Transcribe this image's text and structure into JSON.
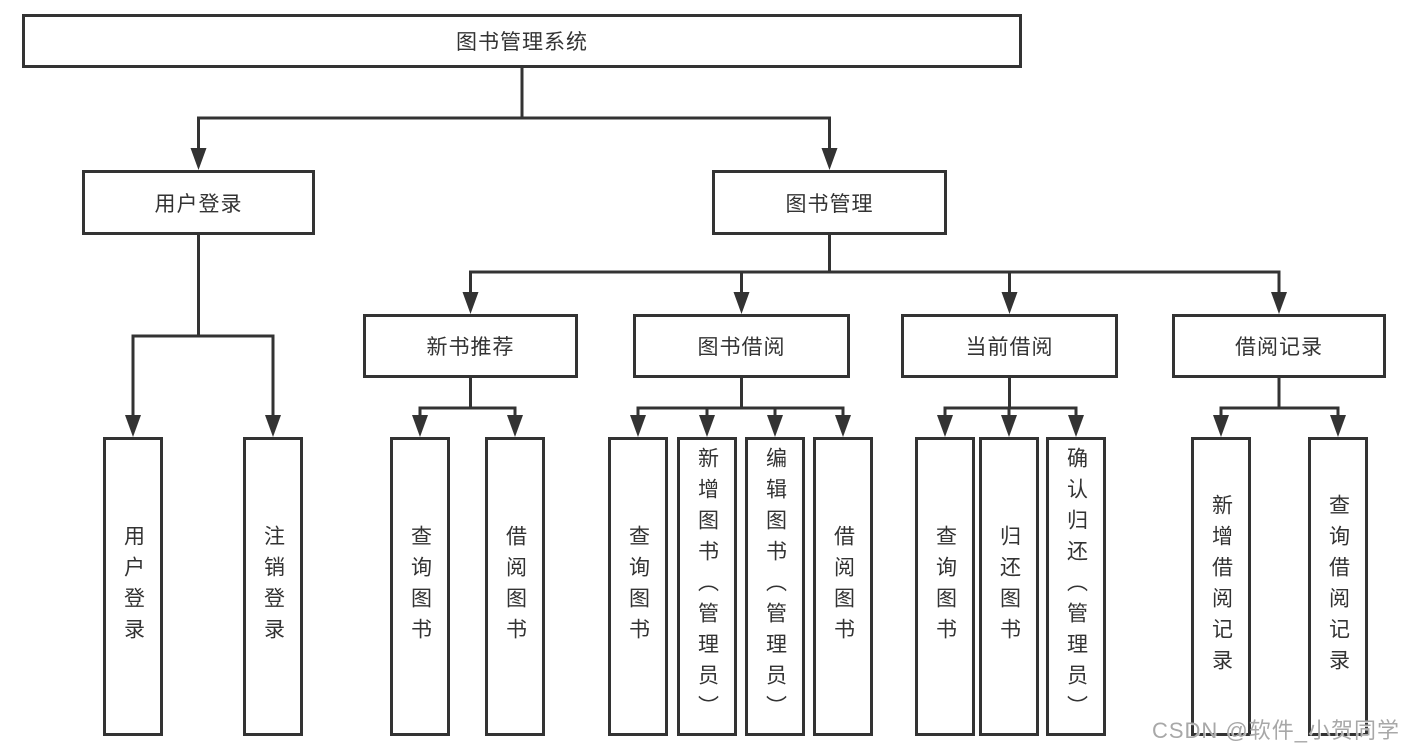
{
  "diagram": {
    "root": "图书管理系统",
    "level2": [
      {
        "label": "用户登录",
        "children": [
          "用户登录",
          "注销登录"
        ]
      },
      {
        "label": "图书管理",
        "children": [
          {
            "label": "新书推荐",
            "children": [
              "查询图书",
              "借阅图书"
            ]
          },
          {
            "label": "图书借阅",
            "children": [
              "查询图书",
              "新增图书（管理员）",
              "编辑图书（管理员）",
              "借阅图书"
            ]
          },
          {
            "label": "当前借阅",
            "children": [
              "查询图书",
              "归还图书",
              "确认归还（管理员）"
            ]
          },
          {
            "label": "借阅记录",
            "children": [
              "新增借阅记录",
              "查询借阅记录"
            ]
          }
        ]
      }
    ]
  },
  "watermark": "CSDN @软件_小贺同学",
  "colors": {
    "line": "#333333",
    "box-fill": "#ffffff",
    "text": "#333333",
    "watermark": "#a8a8a8"
  }
}
